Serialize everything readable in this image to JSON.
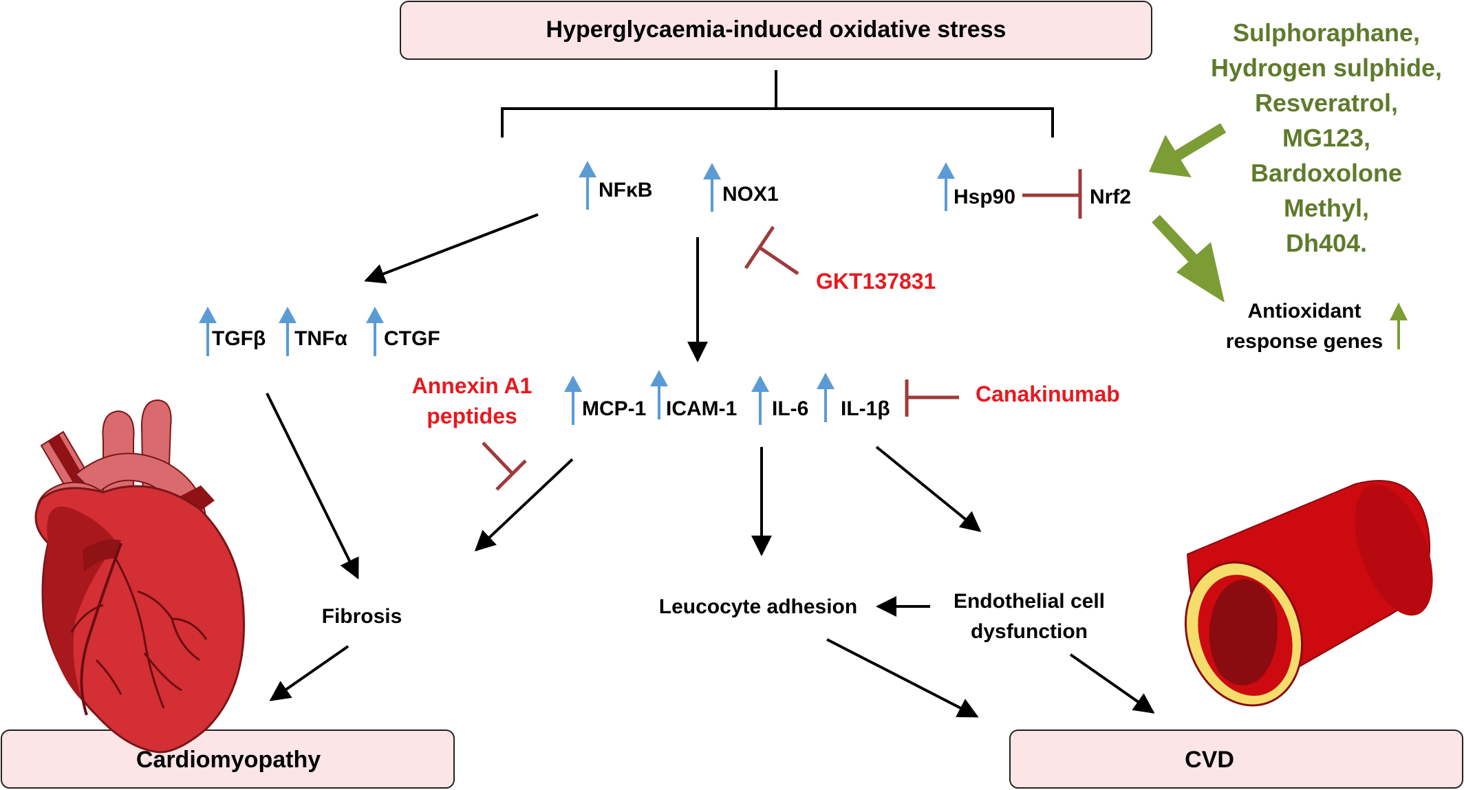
{
  "colors": {
    "box_fill": "#fbe5e6",
    "box_stroke": "#222222",
    "black": "#000000",
    "up_arrow": "#5b9bd5",
    "inhibitor": "#9e3b3b",
    "drug_red": "#e8191f",
    "green": "#5e7a2b",
    "green_arrow": "#7c9c35",
    "heart_main": "#d32f35",
    "heart_dark": "#8f1215",
    "heart_light": "#d96b6e",
    "vessel_red": "#cc0a10",
    "vessel_dark": "#8a0b10",
    "vessel_yellow": "#f4dd6a"
  },
  "icons": [
    "heart-illustration",
    "blood-vessel-illustration"
  ],
  "top_box": {
    "label": "Hyperglycaemia-induced oxidative stress"
  },
  "bottom_left_box": {
    "label": "Cardiomyopathy"
  },
  "bottom_right_box": {
    "label": "CVD"
  },
  "markers": {
    "nfkb": "NFκB",
    "nox1": "NOX1",
    "hsp90": "Hsp90",
    "nrf2": "Nrf2",
    "tgfb": "TGFβ",
    "tnfa": "TNFα",
    "ctgf": "CTGF",
    "mcp1": "MCP-1",
    "icam1": "ICAM-1",
    "il6": "IL-6",
    "il1b": "IL-1β"
  },
  "drugs": {
    "gkt": "GKT137831",
    "annexin": [
      "Annexin A1",
      "peptides"
    ],
    "canakinumab": "Canakinumab"
  },
  "nrf2_activators": [
    "Sulphoraphane,",
    "Hydrogen sulphide,",
    "Resveratrol,",
    "MG123,",
    "Bardoxolone",
    "Methyl,",
    "Dh404."
  ],
  "outcomes": {
    "antioxidant": [
      "Antioxidant",
      "response genes"
    ],
    "fibrosis": "Fibrosis",
    "leucocyte": "Leucocyte adhesion",
    "endothelial": [
      "Endothelial cell",
      "dysfunction"
    ]
  }
}
